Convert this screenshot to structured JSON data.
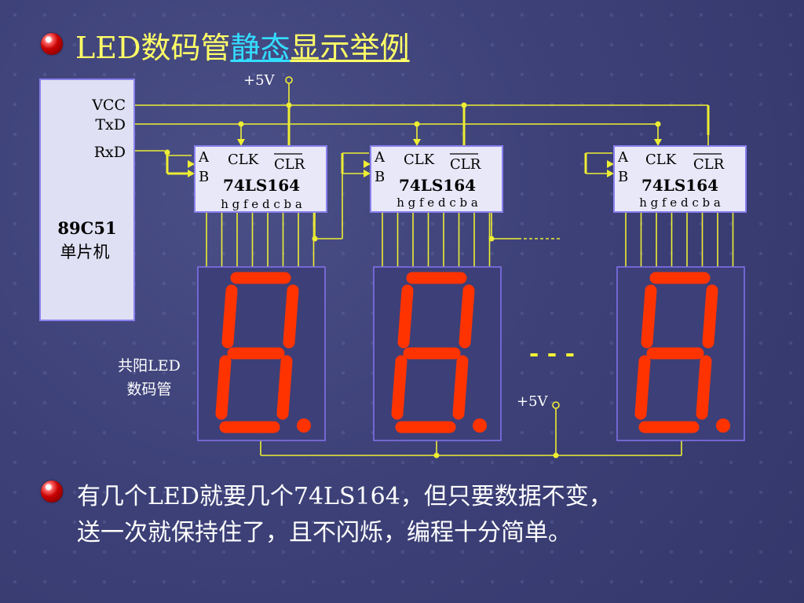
{
  "title": {
    "part1": "LED数码管",
    "part2": "静态",
    "part3": "显示举例"
  },
  "mcu": {
    "pins": [
      "VCC",
      "TxD",
      "RxD"
    ],
    "name": "89C51",
    "subtitle": "单片机"
  },
  "power_label": "+5V",
  "chip": {
    "name": "74LS164",
    "pin_a": "A",
    "pin_b": "B",
    "clk": "CLK",
    "clr": "CLR",
    "outputs": "h g f e d c b a"
  },
  "display_label": {
    "line1": "共阳LED",
    "line2": "数码管"
  },
  "ellipsis": "- - -",
  "bottom_text": {
    "line1": "有几个LED就要几个74LS164，但只要数据不变，",
    "line2": "送一次就保持住了，且不闪烁，编程十分简单。"
  },
  "colors": {
    "title": "#ffff66",
    "highlight": "#33ddff",
    "wire": "#eeee33",
    "segment": "#ff3300",
    "box_border": "#a090ff"
  }
}
